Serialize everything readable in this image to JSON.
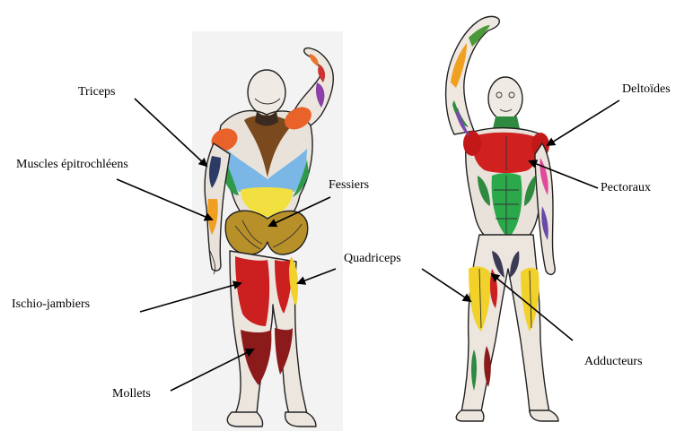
{
  "labels": {
    "triceps": "Triceps",
    "epitrochleens": "Muscles épitrochléens",
    "ischio": "Ischio-jambiers",
    "mollets": "Mollets",
    "fessiers": "Fessiers",
    "quadriceps": "Quadriceps",
    "deltoides": "Deltoïdes",
    "pectoraux": "Pectoraux",
    "adducteurs": "Adducteurs"
  },
  "colors": {
    "triceps": "#e8622a",
    "trapezius": "#7a4a1e",
    "latissimus": "#7ab7e6",
    "gluteus": "#b8902a",
    "hamstrings": "#cc1f1f",
    "calves": "#8b1a1a",
    "lumbar": "#f2e040",
    "forearm": "#f0a020",
    "obliques": "#2e9a4a",
    "pectoral": "#d02020",
    "deltoid_front": "#c21818",
    "abs": "#2aa84a",
    "quadriceps": "#f2d22a",
    "adductors": "#3a3a55",
    "biceps": "#e04a9a",
    "forearm_front": "#6a4aa8",
    "backpanel": "#f2f2f2"
  }
}
